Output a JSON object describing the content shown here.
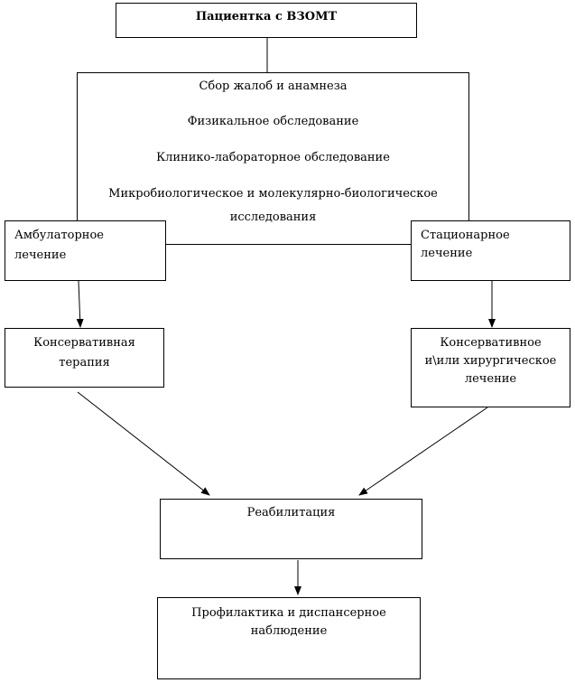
{
  "nodes": {
    "patients": "Пациентка с ВЗОМТ",
    "exam": {
      "line1": "Сбор жалоб и анамнеза",
      "line2": "Физикальное обследование",
      "line3": "Клинико-лабораторное обследование",
      "line4a": "Микробиологическое и молекулярно-биологическое",
      "line4b": "исследования"
    },
    "outpatient": {
      "line1": "Амбулаторное",
      "line2": "лечение"
    },
    "inpatient": {
      "line1": "Стационарное",
      "line2": "лечение"
    },
    "conservative": {
      "line1": "Консервативная",
      "line2": "терапия"
    },
    "surgical": {
      "line1": "Консервативное",
      "line2": "и\\или хирургическое",
      "line3": "лечение"
    },
    "rehab": "Реабилитация",
    "prevention": {
      "line1": "Профилактика и диспансерное",
      "line2": "наблюдение"
    }
  }
}
